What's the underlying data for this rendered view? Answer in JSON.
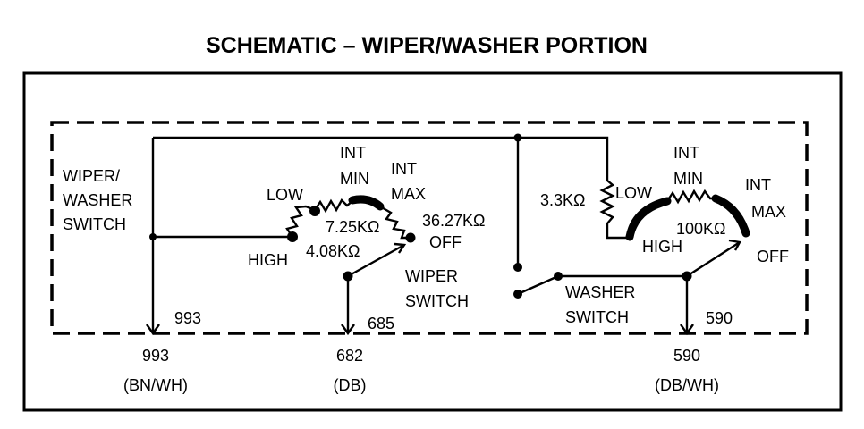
{
  "title": "SCHEMATIC – WIPER/WASHER PORTION",
  "labels": {
    "wiper_washer_switch": [
      "WIPER/",
      "WASHER",
      "SWITCH"
    ],
    "left_high": "HIGH",
    "left_low": "LOW",
    "left_int_min": [
      "INT",
      "MIN"
    ],
    "left_int_max": [
      "INT",
      "MAX"
    ],
    "left_res_7_25": "7.25KΩ",
    "left_res_36_27": "36.27KΩ",
    "left_res_4_08": "4.08KΩ",
    "left_off": "OFF",
    "wiper_switch": [
      "WIPER",
      "SWITCH"
    ],
    "res_3_3": "3.3KΩ",
    "right_low": "LOW",
    "right_int_min": [
      "INT",
      "MIN"
    ],
    "right_int_max": [
      "INT",
      "MAX"
    ],
    "right_res_100": "100KΩ",
    "right_high": "HIGH",
    "right_off": "OFF",
    "washer_switch": [
      "WASHER",
      "SWITCH"
    ]
  },
  "pins": {
    "inner_993": "993",
    "inner_685": "685",
    "inner_590": "590"
  },
  "connectors": [
    {
      "circuit": "993",
      "color": "(BN/WH)"
    },
    {
      "circuit": "682",
      "color": "(DB)"
    },
    {
      "circuit": "590",
      "color": "(DB/WH)"
    }
  ]
}
